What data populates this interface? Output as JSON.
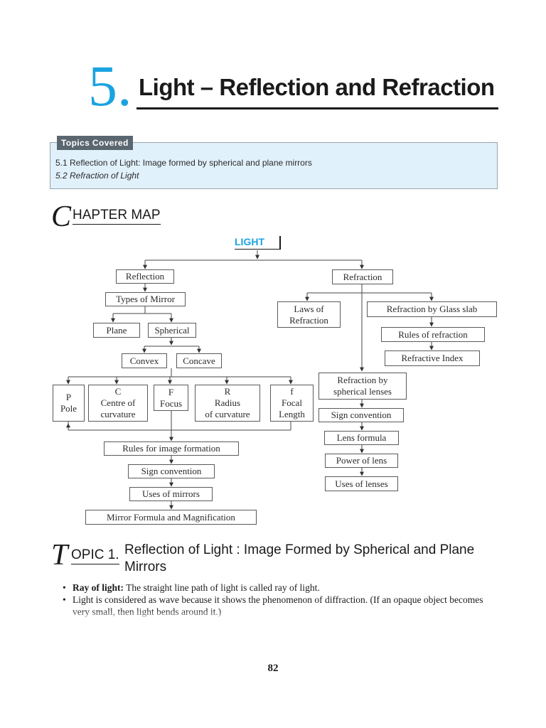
{
  "chapter": {
    "number": "5.",
    "title": "Light – Reflection and Refraction"
  },
  "topics_covered": {
    "label": "Topics Covered",
    "items": [
      "5.1  Reflection of Light: Image formed by spherical and plane mirrors",
      "5.2  Refraction of Light"
    ]
  },
  "chapter_map": {
    "cap": "C",
    "rest": "HAPTER MAP",
    "root": "LIGHT",
    "nodes": {
      "reflection": "Reflection",
      "types_of_mirror": "Types of Mirror",
      "plane": "Plane",
      "spherical": "Spherical",
      "convex": "Convex",
      "concave": "Concave",
      "pole": "P\nPole",
      "centre": "C\nCentre of\ncurvature",
      "focus": "F\nFocus",
      "radius": "R\nRadius\nof curvature",
      "focal": "f\nFocal\nLength",
      "rules_image": "Rules for image formation",
      "sign_conv_mirror": "Sign convention",
      "uses_mirrors": "Uses of mirrors",
      "mirror_formula": "Mirror Formula and Magnification",
      "refraction": "Refraction",
      "laws": "Laws of\nRefraction",
      "glass_slab": "Refraction by Glass slab",
      "rules_refraction": "Rules of refraction",
      "refractive_index": "Refractive Index",
      "spherical_lenses": "Refraction by\nspherical lenses",
      "sign_conv_lens": "Sign convention",
      "lens_formula": "Lens formula",
      "power": "Power of lens",
      "uses_lenses": "Uses of lenses"
    }
  },
  "topic1": {
    "cap": "T",
    "word": "OPIC 1.",
    "title": "Reflection of Light : Image Formed by Spherical  and Plane Mirrors",
    "bullets": [
      {
        "term": "Ray of light:",
        "text": " The straight line path of light is called ray of light."
      },
      {
        "term": "",
        "text": "Light is considered as wave because it shows the phenomenon of diffraction. (If an opaque object becomes very small, then light bends around it.)"
      }
    ]
  },
  "page_number": "82",
  "colors": {
    "accent": "#1aa3e0",
    "topics_bg": "#e1f1fb",
    "label_bg": "#5b6770"
  }
}
